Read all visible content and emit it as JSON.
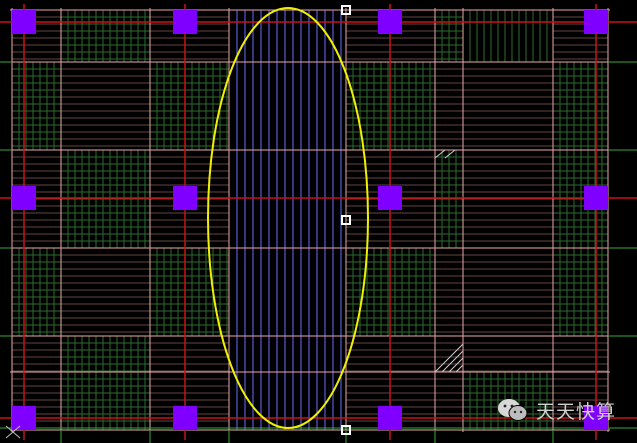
{
  "canvas": {
    "background": "#000000",
    "colors": {
      "beam_red": "#c81414",
      "beam_outline": "#e9a7a7",
      "column_purple": "#8000ff",
      "grid_green": "#3aa63a",
      "rebar_green": "#2e6b2e",
      "rebar_blue": "#6a6cff",
      "slab_pink": "#b87f7f",
      "highlight_ellipse": "#f0f000",
      "grip_white": "#ffffff"
    },
    "columns": [
      {
        "id": "c1"
      },
      {
        "id": "c2"
      },
      {
        "id": "c3"
      },
      {
        "id": "c4"
      },
      {
        "id": "c5"
      },
      {
        "id": "c6"
      },
      {
        "id": "c7"
      },
      {
        "id": "c8"
      },
      {
        "id": "c9"
      },
      {
        "id": "c10"
      },
      {
        "id": "c11"
      },
      {
        "id": "c12"
      }
    ],
    "highlight": {
      "shape": "ellipse",
      "color": "#f0f000"
    },
    "axis_icon": "ucs-axis-icon"
  },
  "watermark": {
    "icon": "wechat-icon",
    "text": "天天快算"
  }
}
